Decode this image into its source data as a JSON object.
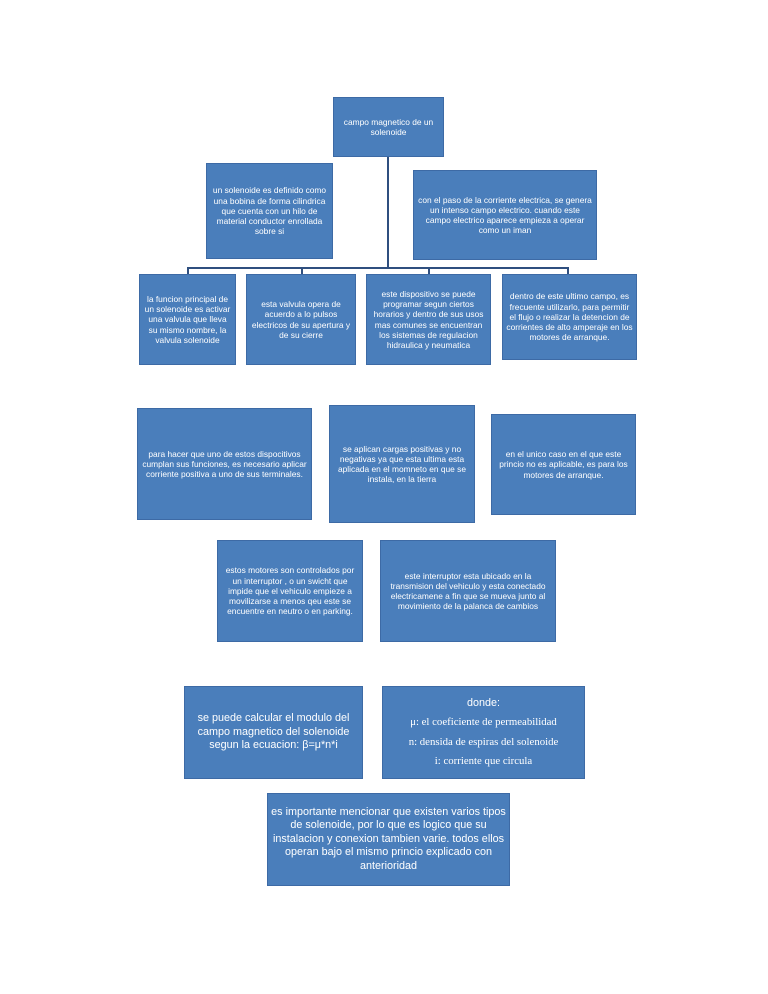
{
  "diagram": {
    "root": "campo magnetico de un solenoide",
    "left_branch": "un solenoide es definido como una bobina de forma cilindrica que cuenta con un hilo de material conductor enrollada  sobre si",
    "right_branch": "con el paso de la corriente electrica, se genera un intenso campo electrico. cuando este campo electrico aparece empieza a operar como un iman",
    "row1": [
      "la funcion principal de un solenoide es activar una valvula que lleva su mismo nombre, la valvula solenoide",
      "esta valvula opera de acuerdo a lo pulsos electricos  de su apertura y de su cierre",
      "este dispositivo se puede programar  segun ciertos horarios y dentro de sus usos mas comunes se encuentran los sistemas  de regulacion hidraulica y neumatica",
      "dentro de este ultimo campo, es frecuente utilizarlo, para permitir el flujo o realizar la detencion de corrientes de alto amperaje en los motores de arranque."
    ],
    "row2": [
      "para hacer que uno de estos dispocitivos cumplan sus funciones, es necesario aplicar corriente positiva a uno de sus terminales.",
      "se aplican cargas positivas y no negativas ya que esta ultima esta aplicada en el momneto en que se instala, en la tierra",
      "en el unico caso en el que este princio no es aplicable, es para los motores de arranque."
    ],
    "row3": [
      "estos motores son controlados por un interruptor , o un swicht que impide que el vehiculo empieze a movilizarse a menos qeu este se encuentre en neutro o en parking.",
      "este interruptor esta ubicado en la transmision del vehiculo y esta conectado electricamene a fin que se mueva junto al movimiento de la palanca de cambios"
    ],
    "formula": "se puede calcular el modulo del campo magnetico del solenoide segun la ecuacion: β=μ*n*i",
    "donde": {
      "title": "donde:",
      "mu": "μ: el coeficiente de permeabilidad",
      "n": "n: densida de espiras del solenoide",
      "i": "i: corriente que circula"
    },
    "conclusion": "es importante mencionar que existen varios tipos de solenoide, por lo que es logico que su instalacion y conexion tambien varie. todos ellos operan bajo el mismo princio explicado con anterioridad"
  },
  "colors": {
    "box": "#4a7ebb",
    "border": "#3d6aa5",
    "text": "#ffffff",
    "connector": "#2f4f7f"
  }
}
